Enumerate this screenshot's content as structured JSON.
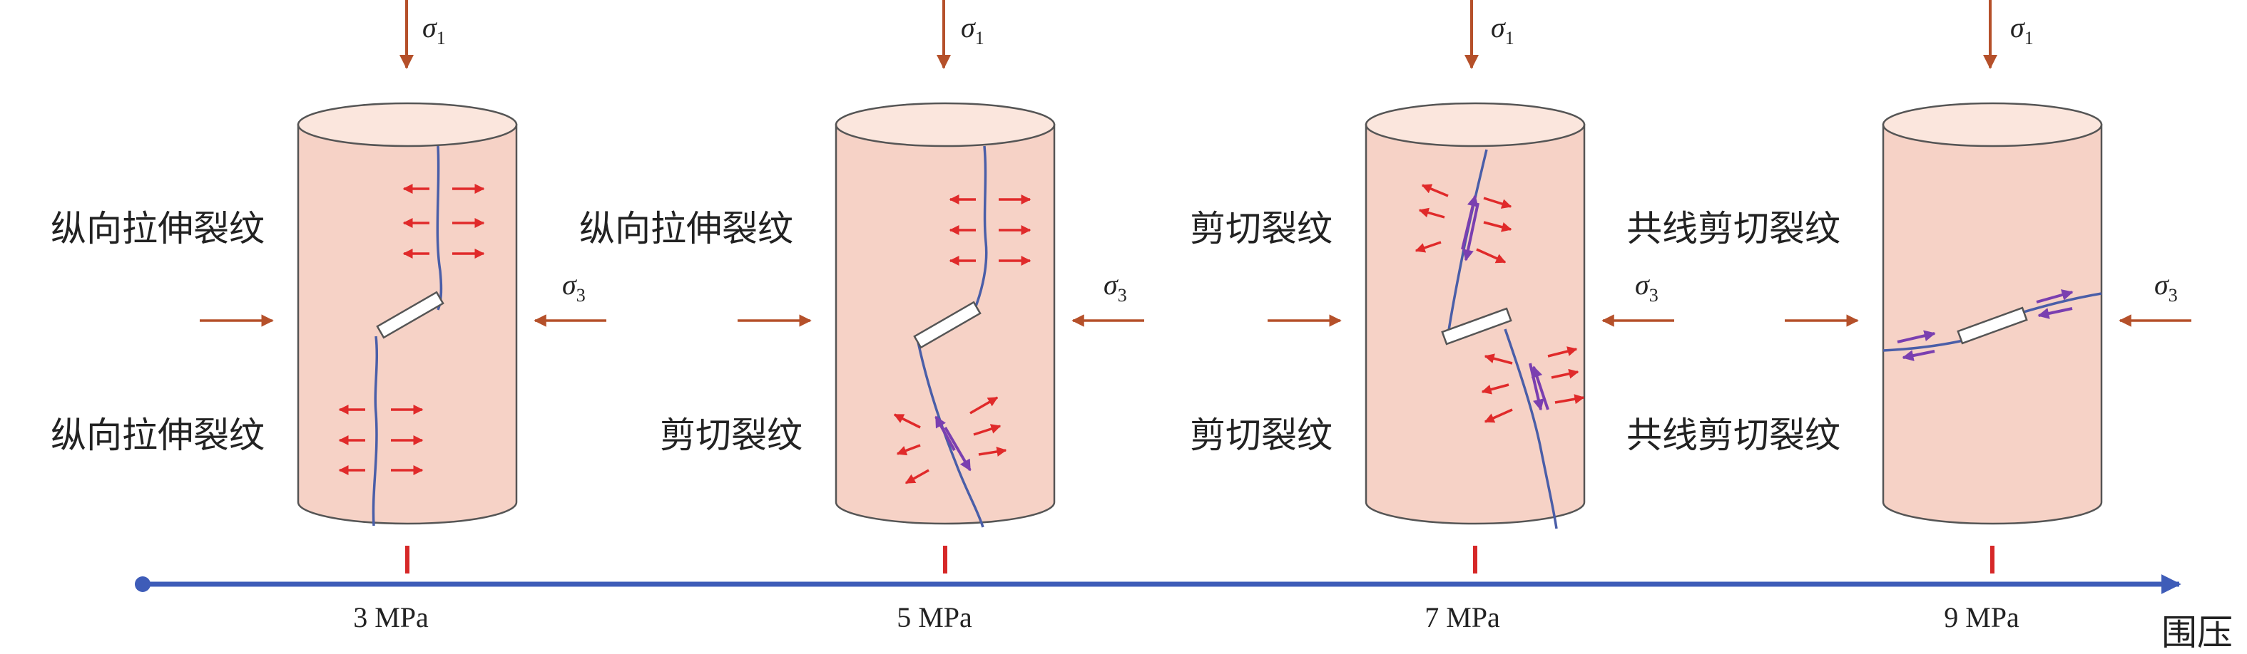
{
  "colors": {
    "cylinder_fill": "#f6d2c6",
    "cylinder_top": "#fbe6dd",
    "cylinder_stroke": "#555555",
    "crack": "#4a5ea8",
    "tension_arrow": "#e02a2a",
    "shear_arrow": "#7a3fb0",
    "load_arrow": "#b5502a",
    "pressure_marker": "#d62828",
    "axis": "#3e5cb8",
    "flaw_fill": "#ffffff"
  },
  "stress_labels": {
    "sigma1": "σ",
    "sigma1_sub": "1",
    "sigma3": "σ",
    "sigma3_sub": "3"
  },
  "axis": {
    "label": "围压"
  },
  "specimens": [
    {
      "pressure": "3 MPa",
      "upper_label": "纵向拉伸裂纹",
      "lower_label": "纵向拉伸裂纹"
    },
    {
      "pressure": "5 MPa",
      "upper_label": "纵向拉伸裂纹",
      "lower_label": "剪切裂纹"
    },
    {
      "pressure": "7 MPa",
      "upper_label": "剪切裂纹",
      "lower_label": "剪切裂纹"
    },
    {
      "pressure": "9 MPa",
      "upper_label": "共线剪切裂纹",
      "lower_label": "共线剪切裂纹"
    }
  ]
}
